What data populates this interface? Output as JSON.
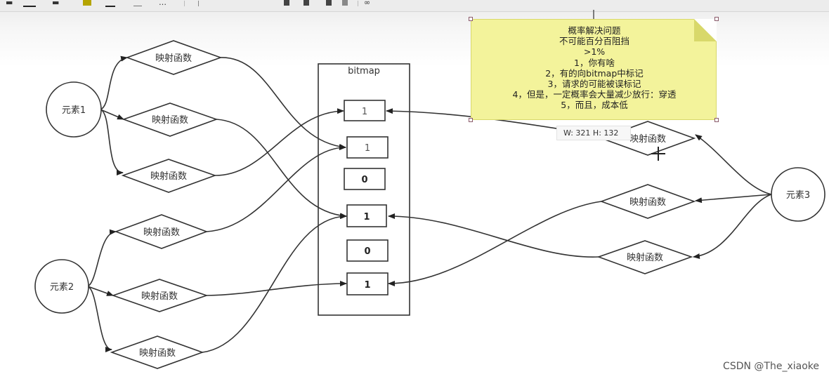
{
  "toolbar": {
    "icons": [
      "bold-underline-icon",
      "text-color-icon",
      "fill-color-icon",
      "line-color-icon",
      "line-style-icon",
      "more-icon",
      "align-icon",
      "shape-icon",
      "link-icon"
    ]
  },
  "diagram": {
    "bitmap_label": "bitmap",
    "function_label": "映射函数",
    "elements": [
      {
        "id": "e1",
        "label": "元素1"
      },
      {
        "id": "e2",
        "label": "元素2"
      },
      {
        "id": "e3",
        "label": "元素3"
      }
    ],
    "bits": [
      "1",
      "1",
      "0",
      "1",
      "0",
      "1"
    ]
  },
  "note": {
    "lines": [
      "概率解决问题",
      "不可能百分百阻挡",
      ">1%",
      "1，你有啥",
      "2，有的向bitmap中标记",
      "3，请求的可能被误标记",
      "4，但是，一定概率会大量减少放行：穿透",
      "5，而且，成本低"
    ]
  },
  "size_tooltip": "W: 321  H: 132",
  "watermark": "CSDN @The_xiaoke"
}
